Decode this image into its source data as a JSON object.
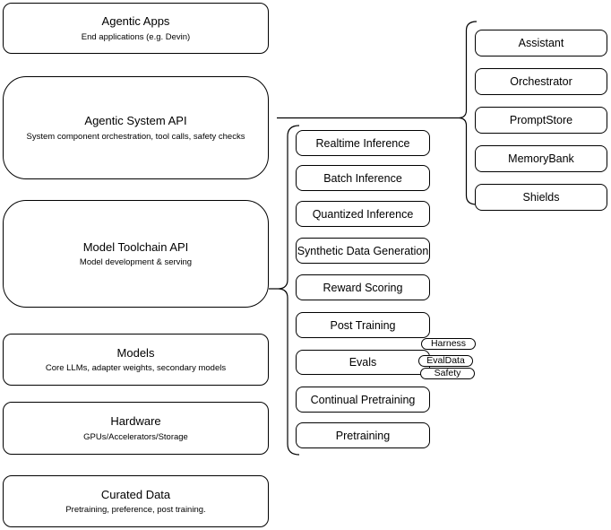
{
  "diagram": {
    "left_column": [
      {
        "title": "Agentic Apps",
        "subtitle": "End applications (e.g. Devin)"
      },
      {
        "title": "Agentic System API",
        "subtitle": "System component orchestration, tool calls, safety checks"
      },
      {
        "title": "Model Toolchain API",
        "subtitle": "Model development & serving"
      },
      {
        "title": "Models",
        "subtitle": "Core LLMs, adapter weights, secondary models"
      },
      {
        "title": "Hardware",
        "subtitle": "GPUs/Accelerators/Storage"
      },
      {
        "title": "Curated Data",
        "subtitle": "Pretraining, preference, post training."
      }
    ],
    "toolchain_services": [
      "Realtime Inference",
      "Batch Inference",
      "Quantized Inference",
      "Synthetic Data Generation",
      "Reward Scoring",
      "Post Training",
      "Evals",
      "Continual Pretraining",
      "Pretraining"
    ],
    "eval_tags": [
      "Harness",
      "EvalData",
      "Safety"
    ],
    "system_components": [
      "Assistant",
      "Orchestrator",
      "PromptStore",
      "MemoryBank",
      "Shields"
    ],
    "colors": {
      "stroke": "#000000",
      "fill": "#ffffff",
      "background": "#ffffff",
      "text": "#000000"
    }
  }
}
